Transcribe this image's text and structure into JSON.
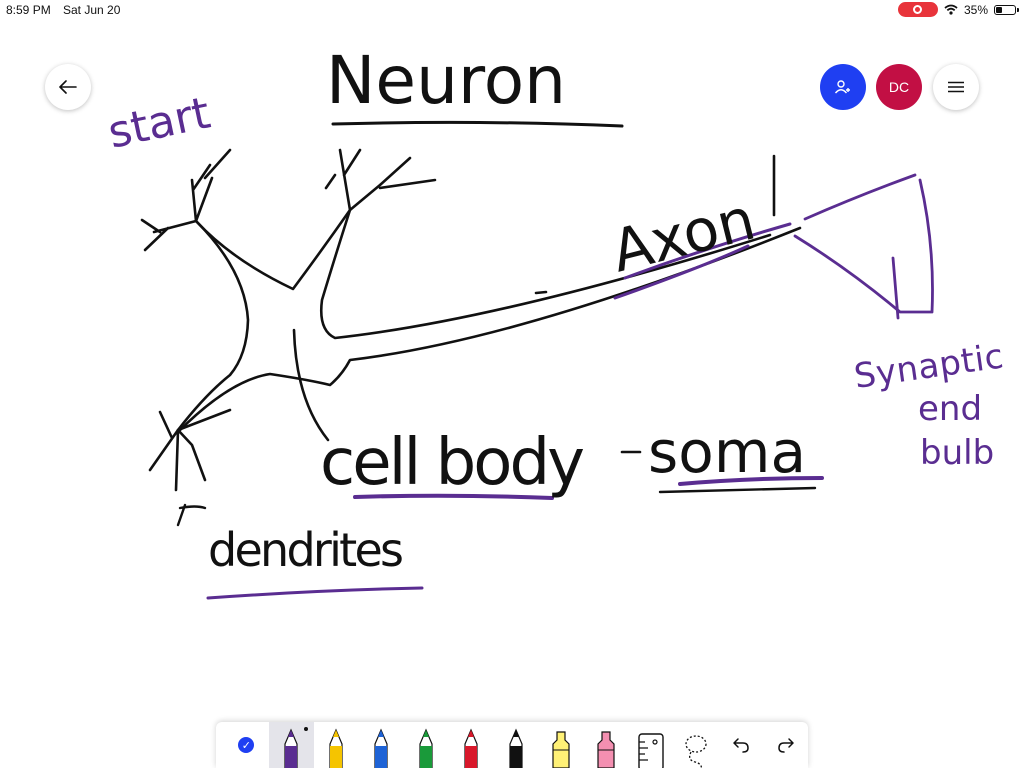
{
  "status": {
    "time": "8:59 PM",
    "date": "Sat Jun 20",
    "battery": "35%",
    "battery_level": 0.35
  },
  "header": {
    "avatar_initials": "DC"
  },
  "canvas_text": {
    "title": "Neuron",
    "start": "start",
    "axon": "Axon",
    "synaptic_1": "Synaptic",
    "synaptic_2": "end",
    "synaptic_3": "bulb",
    "cell_body": "cell body",
    "dash": "-",
    "soma": "soma",
    "dendrites": "dendrites"
  },
  "toolbar": {
    "pens": [
      {
        "name": "pen-purple",
        "color": "#5a2d91",
        "selected": true
      },
      {
        "name": "pen-yellow",
        "color": "#f5c400"
      },
      {
        "name": "pen-blue",
        "color": "#1e63d6"
      },
      {
        "name": "pen-green",
        "color": "#1a9a3a"
      },
      {
        "name": "pen-red",
        "color": "#d8182b"
      },
      {
        "name": "pen-black",
        "color": "#111111"
      },
      {
        "name": "highlighter-yellow",
        "color": "#fff176"
      },
      {
        "name": "highlighter-pink",
        "color": "#f48fb1"
      }
    ]
  },
  "ink_colors": {
    "black": "#111111",
    "purple": "#5a2d91"
  }
}
